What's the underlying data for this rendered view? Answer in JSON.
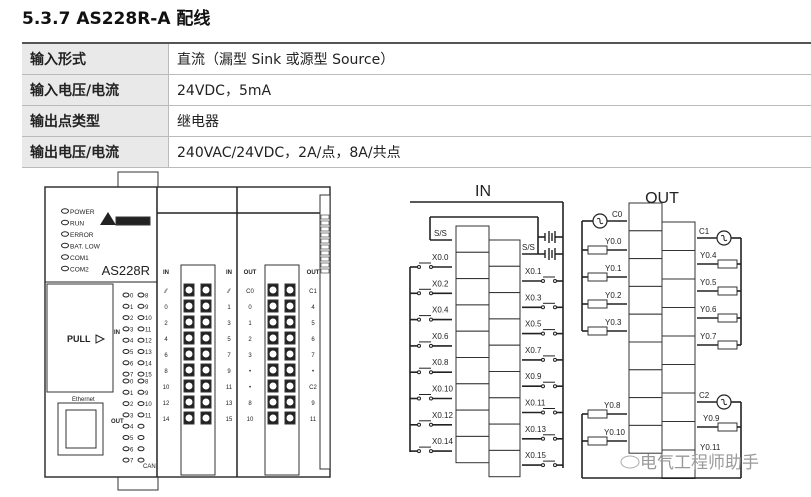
{
  "heading": "5.3.7  AS228R-A 配线",
  "spec": [
    {
      "k": "输入形式",
      "v": "直流（漏型 Sink 或源型 Source）"
    },
    {
      "k": "输入电压/电流",
      "v": "24VDC，5mA"
    },
    {
      "k": "输出点类型",
      "v": "继电器"
    },
    {
      "k": "输出电压/电流",
      "v": "240VAC/24VDC，2A/点，8A/共点"
    }
  ],
  "plc": {
    "model": "AS228R",
    "pull": "PULL",
    "ethernet": "Ethernet",
    "can": "CAN",
    "leds": [
      "POWER",
      "RUN",
      "ERROR",
      "BAT. LOW",
      "COM1",
      "COM2"
    ],
    "in_label": "IN",
    "out_label": "OUT",
    "in_left": [
      "0",
      "2",
      "4",
      "6",
      "8",
      "10",
      "12",
      "14"
    ],
    "in_right": [
      "1",
      "3",
      "5",
      "7",
      "9",
      "11",
      "13",
      "15"
    ],
    "out_left": [
      "C0",
      "0",
      "1",
      "2",
      "3",
      "•",
      "•",
      "8",
      "10"
    ],
    "out_right": [
      "C1",
      "4",
      "5",
      "6",
      "7",
      "•",
      "C2",
      "9",
      "11"
    ]
  },
  "diagram": {
    "in_title": "IN",
    "out_title": "OUT",
    "in_left": [
      "S/S",
      "X0.0",
      "X0.2",
      "X0.4",
      "X0.6",
      "X0.8",
      "X0.10",
      "X0.12",
      "X0.14"
    ],
    "in_right": [
      "S/S",
      "X0.1",
      "X0.3",
      "X0.5",
      "X0.7",
      "X0.9",
      "X0.11",
      "X0.13",
      "X0.15"
    ],
    "out_left": [
      "C0",
      "Y0.0",
      "Y0.1",
      "Y0.2",
      "Y0.3",
      "Y0.8",
      "Y0.10"
    ],
    "out_right": [
      "C1",
      "Y0.4",
      "Y0.5",
      "Y0.6",
      "Y0.7",
      "C2",
      "Y0.9",
      "Y0.11"
    ]
  },
  "watermark": "电气工程师助手"
}
